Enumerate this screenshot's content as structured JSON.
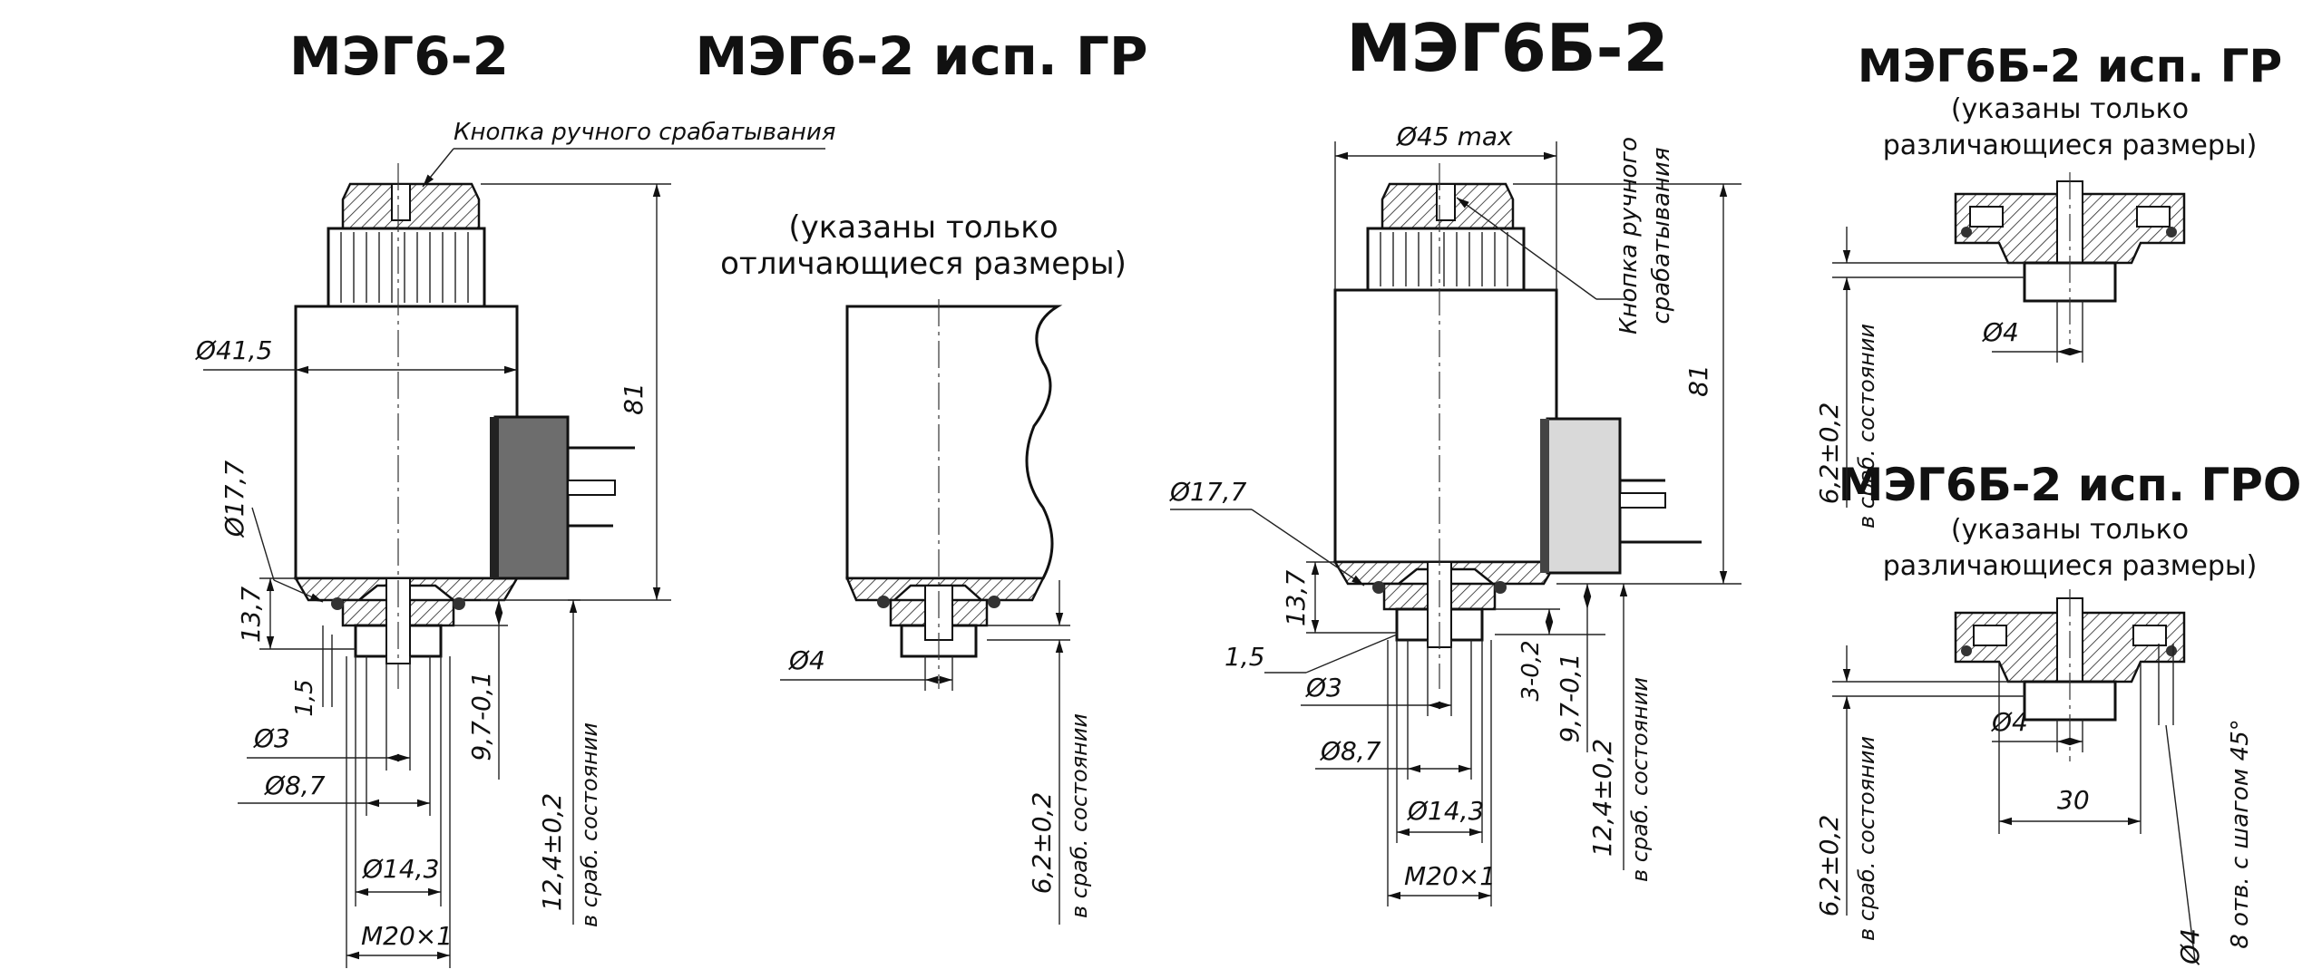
{
  "titles": {
    "meg6_2": "МЭГ6-2",
    "meg6_2_gr": "МЭГ6-2 исп. ГР",
    "meg6b_2": "МЭГ6Б-2",
    "meg6b_2_gr": "МЭГ6Б-2 исп. ГР",
    "meg6b_2_gro": "МЭГ6Б-2 исп. ГРО"
  },
  "notes": {
    "gr_line1": "(указаны только",
    "gr_line2": "отличающиеся размеры)",
    "b_gr_line1": "(указаны только",
    "b_gr_line2": "различающиеся размеры)",
    "b_gro_line1": "(указаны только",
    "b_gro_line2": "различающиеся размеры)"
  },
  "meg6_2": {
    "button_label": "Кнопка ручного срабатывания",
    "d41_5": "Ø41,5",
    "d17_7": "Ø17,7",
    "h81": "81",
    "h13_7": "13,7",
    "h1_5": "1,5",
    "d3": "Ø3",
    "d8_7": "Ø8,7",
    "d14_3": "Ø14,3",
    "m20x1": "M20×1",
    "h9_7": "9,7-0,1",
    "h12_4": "12,4±0,2",
    "h12_4_note": "в сраб. состоянии"
  },
  "meg6_2_gr": {
    "d4": "Ø4",
    "h6_2": "6,2±0,2",
    "h6_2_note": "в сраб. состоянии"
  },
  "meg6b_2": {
    "d45": "Ø45 max",
    "button_label_1": "Кнопка ручного",
    "button_label_2": "срабатывания",
    "h81": "81",
    "d17_7": "Ø17,7",
    "h13_7": "13,7",
    "h1_5": "1,5",
    "d3": "Ø3",
    "d8_7": "Ø8,7",
    "d14_3": "Ø14,3",
    "m20x1": "M20×1",
    "h3": "3-0,2",
    "h9_7": "9,7-0,1",
    "h12_4": "12,4±0,2",
    "h12_4_note": "в сраб. состоянии"
  },
  "meg6b_2_gr": {
    "d4": "Ø4",
    "h6_2": "6,2±0,2",
    "h6_2_note": "в сраб. состоянии"
  },
  "meg6b_2_gro": {
    "d4": "Ø4",
    "w30": "30",
    "h6_2": "6,2±0,2",
    "h6_2_note": "в сраб. состоянии",
    "d4_holes": "Ø4",
    "holes_note": "8 отв. с шагом 45°"
  }
}
